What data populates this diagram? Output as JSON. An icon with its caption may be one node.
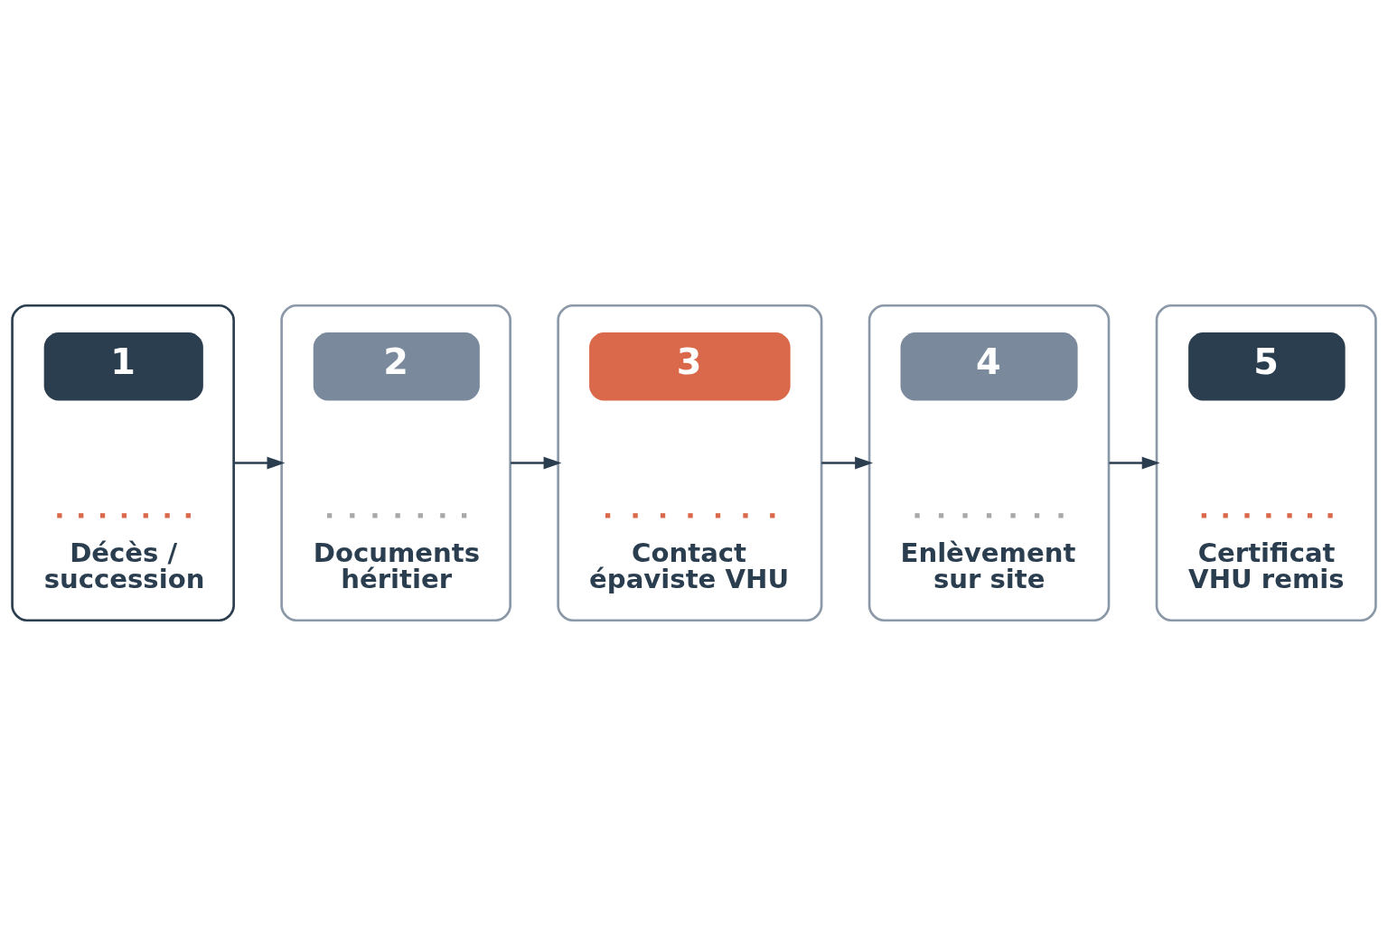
{
  "diagram": {
    "nodes": [
      {
        "text": [
          "1",
          "Décès / succession"
        ]
      },
      {
        "text": [
          "2",
          "Documents héritier"
        ]
      },
      {
        "text": [
          "3",
          "Contact épaviste VHU"
        ]
      },
      {
        "text": [
          "4",
          "Enlèvement sur site"
        ]
      },
      {
        "text": [
          "5",
          "Certificat VHU remis"
        ]
      }
    ],
    "edges": [
      {
        "from": 0,
        "to": 1,
        "arrow": "to"
      },
      {
        "from": 1,
        "to": 2,
        "arrow": "to"
      },
      {
        "from": 2,
        "to": 3,
        "arrow": "to"
      },
      {
        "from": 3,
        "to": 4,
        "arrow": "to"
      }
    ]
  }
}
